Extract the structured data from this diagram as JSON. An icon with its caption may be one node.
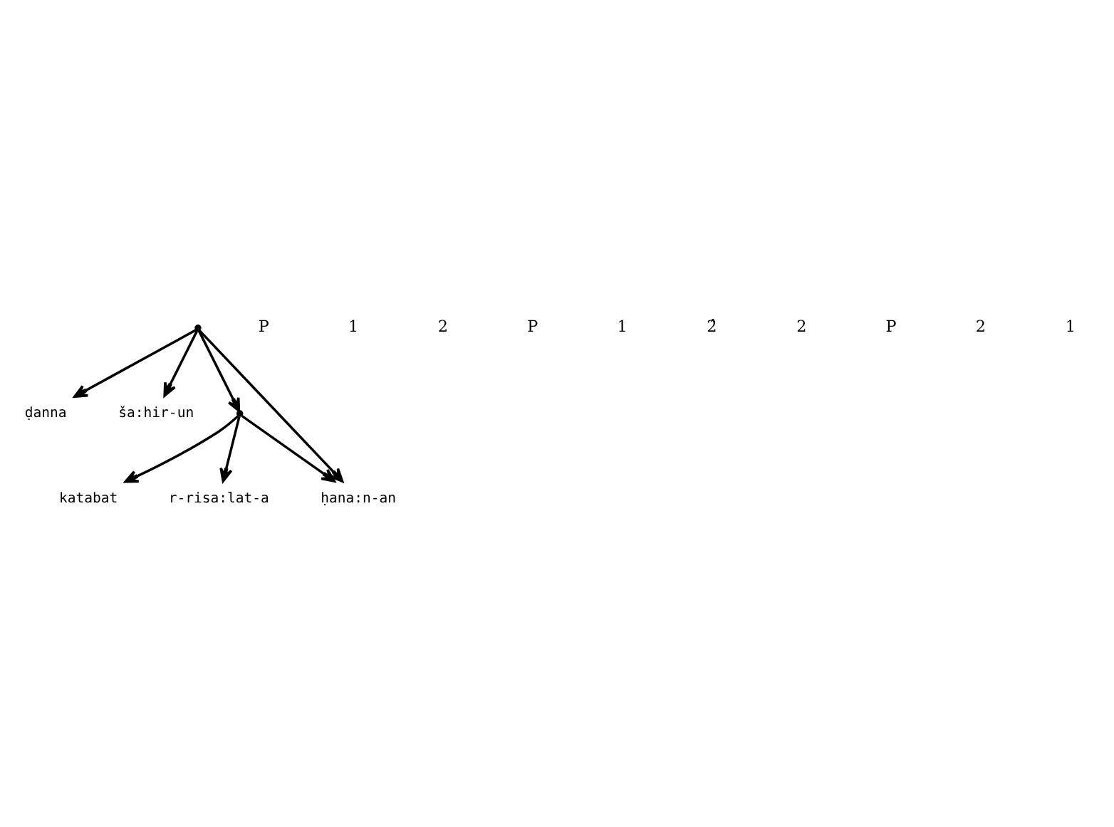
{
  "diagram": {
    "nodes": [
      {
        "text": [],
        "shape": "point"
      },
      {
        "text": [
          "ḍanna"
        ]
      },
      {
        "text": [
          "ša:hir-un"
        ]
      },
      {
        "text": [],
        "shape": "point"
      },
      {
        "text": [
          "katabat"
        ]
      },
      {
        "text": [
          "r-risa:lat-a"
        ]
      },
      {
        "text": [
          "ḥana:n-an"
        ]
      }
    ],
    "edges": [
      {
        "from": 0,
        "to": 1,
        "arrow": "to"
      },
      {
        "from": 0,
        "to": 2,
        "arrow": "to"
      },
      {
        "from": 0,
        "to": 3,
        "arrow": "to"
      },
      {
        "from": 0,
        "to": 6,
        "arrow": "to"
      },
      {
        "from": 3,
        "to": 4,
        "arrow": "to"
      },
      {
        "from": 3,
        "to": 5,
        "arrow": "to"
      },
      {
        "from": 3,
        "to": 6,
        "arrow": "to"
      }
    ],
    "labels": [
      "P",
      "1",
      "2",
      "P",
      "1",
      "2̂",
      "2",
      "P",
      "2",
      "1"
    ]
  }
}
